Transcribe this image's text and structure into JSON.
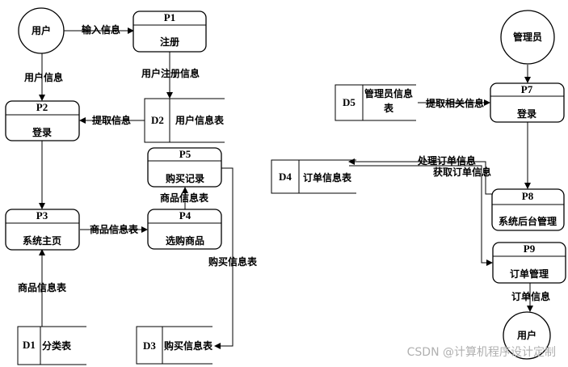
{
  "entities": {
    "user_top": "用户",
    "admin": "管理员",
    "user_bottom": "用户"
  },
  "processes": {
    "p1": {
      "id": "P1",
      "name": "注册"
    },
    "p2": {
      "id": "P2",
      "name": "登录"
    },
    "p3": {
      "id": "P3",
      "name": "系统主页"
    },
    "p4": {
      "id": "P4",
      "name": "选购商品"
    },
    "p5": {
      "id": "P5",
      "name": "购买记录"
    },
    "p7": {
      "id": "P7",
      "name": "登录"
    },
    "p8": {
      "id": "P8",
      "name": "系统后台管理"
    },
    "p9": {
      "id": "P9",
      "name": "订单管理"
    }
  },
  "stores": {
    "d1": {
      "id": "D1",
      "name": "分类表"
    },
    "d2": {
      "id": "D2",
      "name": "用户信息表"
    },
    "d3": {
      "id": "D3",
      "name": "购买信息表"
    },
    "d4": {
      "id": "D4",
      "name": "订单信息表"
    },
    "d5": {
      "id": "D5",
      "name_line1": "管理员信息",
      "name_line2": "表"
    }
  },
  "flows": {
    "input_info": "输入信息",
    "user_info": "用户信息",
    "user_reg_info": "用户注册信息",
    "extract_info": "提取信息",
    "product_info_p5": "商品信息表",
    "product_info_p4": "商品信息表",
    "product_info_d1": "商品信息表",
    "purchase_info": "购买信息表",
    "extract_related": "提取相关信息",
    "process_order": "处理订单信息",
    "get_order": "获取订单信息",
    "order_info": "订单信息"
  },
  "watermark": "CSDN @计算机程序设计定制"
}
